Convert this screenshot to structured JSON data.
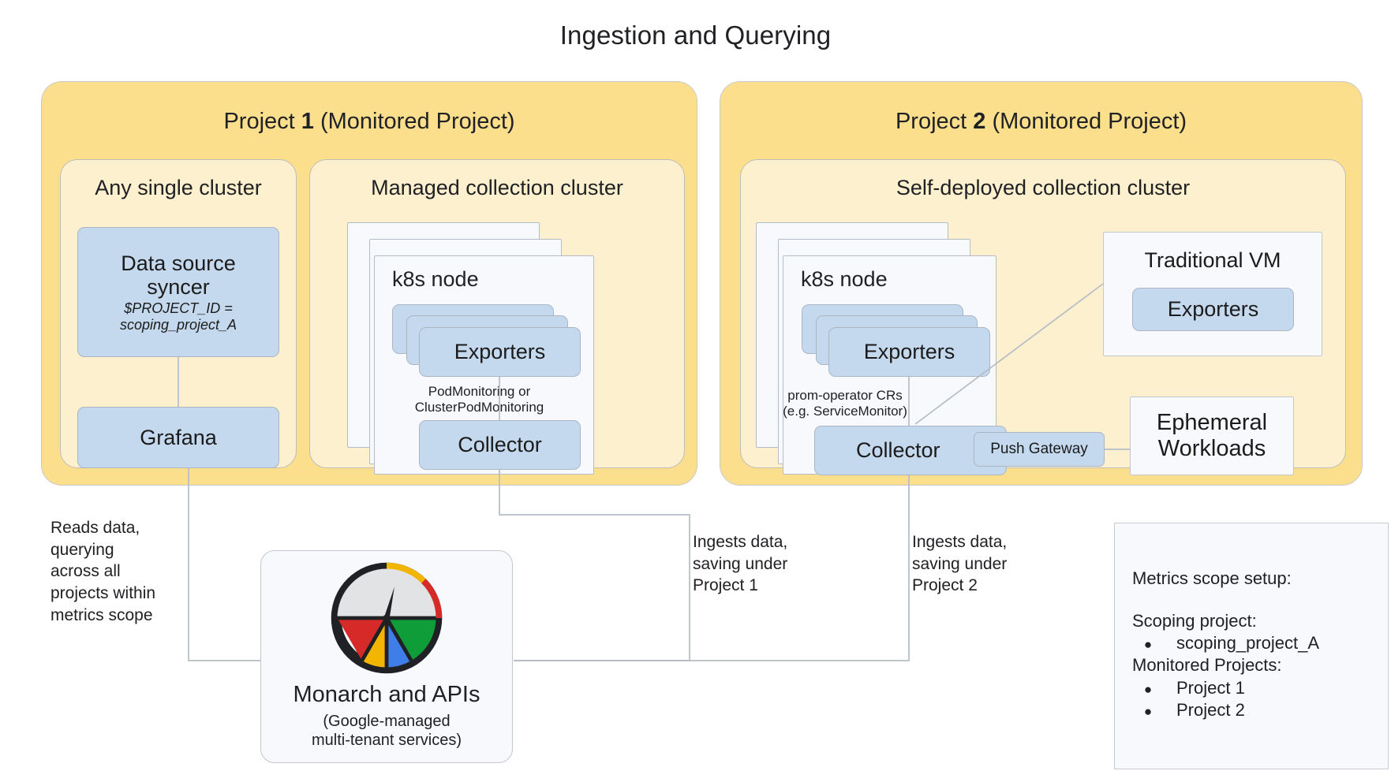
{
  "title": "Ingestion and Querying",
  "projects": [
    {
      "name": "project-1",
      "title_prefix": "Project ",
      "title_number": "1",
      "title_suffix": " (Monitored Project)",
      "clusters": [
        {
          "name": "any-single-cluster",
          "title": "Any single cluster",
          "boxes": [
            {
              "label": "Data source\nsyncer",
              "sub": "$PROJECT_ID =\nscoping_project_A"
            },
            {
              "label": "Grafana",
              "sub": ""
            }
          ]
        },
        {
          "name": "managed-collection-cluster",
          "title": "Managed collection cluster",
          "node_label": "k8s node",
          "exporters_label": "Exporters",
          "collector_label": "Collector",
          "edge_label": "PodMonitoring or\nClusterPodMonitoring"
        }
      ]
    },
    {
      "name": "project-2",
      "title_prefix": "Project ",
      "title_number": "2",
      "title_suffix": " (Monitored Project)",
      "clusters": [
        {
          "name": "self-deployed-collection-cluster",
          "title": "Self-deployed collection cluster",
          "node_label": "k8s node",
          "exporters_label": "Exporters",
          "collector_label": "Collector",
          "edge_label": "prom-operator CRs\n(e.g. ServiceMonitor)",
          "push_gateway_label": "Push Gateway",
          "vm_box": {
            "title": "Traditional VM",
            "inner_label": "Exporters"
          },
          "ephemeral_box": {
            "title": "Ephemeral\nWorkloads"
          }
        }
      ]
    }
  ],
  "captions": {
    "grafana_read": "Reads data,\nquerying\nacross all\nprojects within\nmetrics scope",
    "ingest_project_1": "Ingests data,\nsaving under\nProject 1",
    "ingest_project_2": "Ingests data,\nsaving under\nProject 2"
  },
  "monarch": {
    "title": "Monarch and APIs",
    "subtitle": "(Google-managed\nmulti-tenant services)",
    "icon": "gauge-icon",
    "colors": {
      "ring": "#202124",
      "red": "#d62a28",
      "yellow": "#f2b600",
      "green": "#0f9d3a",
      "blue": "#3f7ee8",
      "dial": "#e2e3e5"
    }
  },
  "legend": {
    "heading": "Metrics scope setup:",
    "scoping_heading": "Scoping project:",
    "scoping_items": [
      "scoping_project_A"
    ],
    "monitored_heading": "Monitored Projects:",
    "monitored_items": [
      "Project 1",
      "Project 2"
    ],
    "bullet": "●"
  },
  "palette": {
    "project_fill": "#fcdf8c",
    "cluster_fill": "#fdf0cf",
    "blue_fill": "#c5d9ee",
    "card_fill": "#f7f9fc",
    "stroke": "#b6bcc6"
  }
}
